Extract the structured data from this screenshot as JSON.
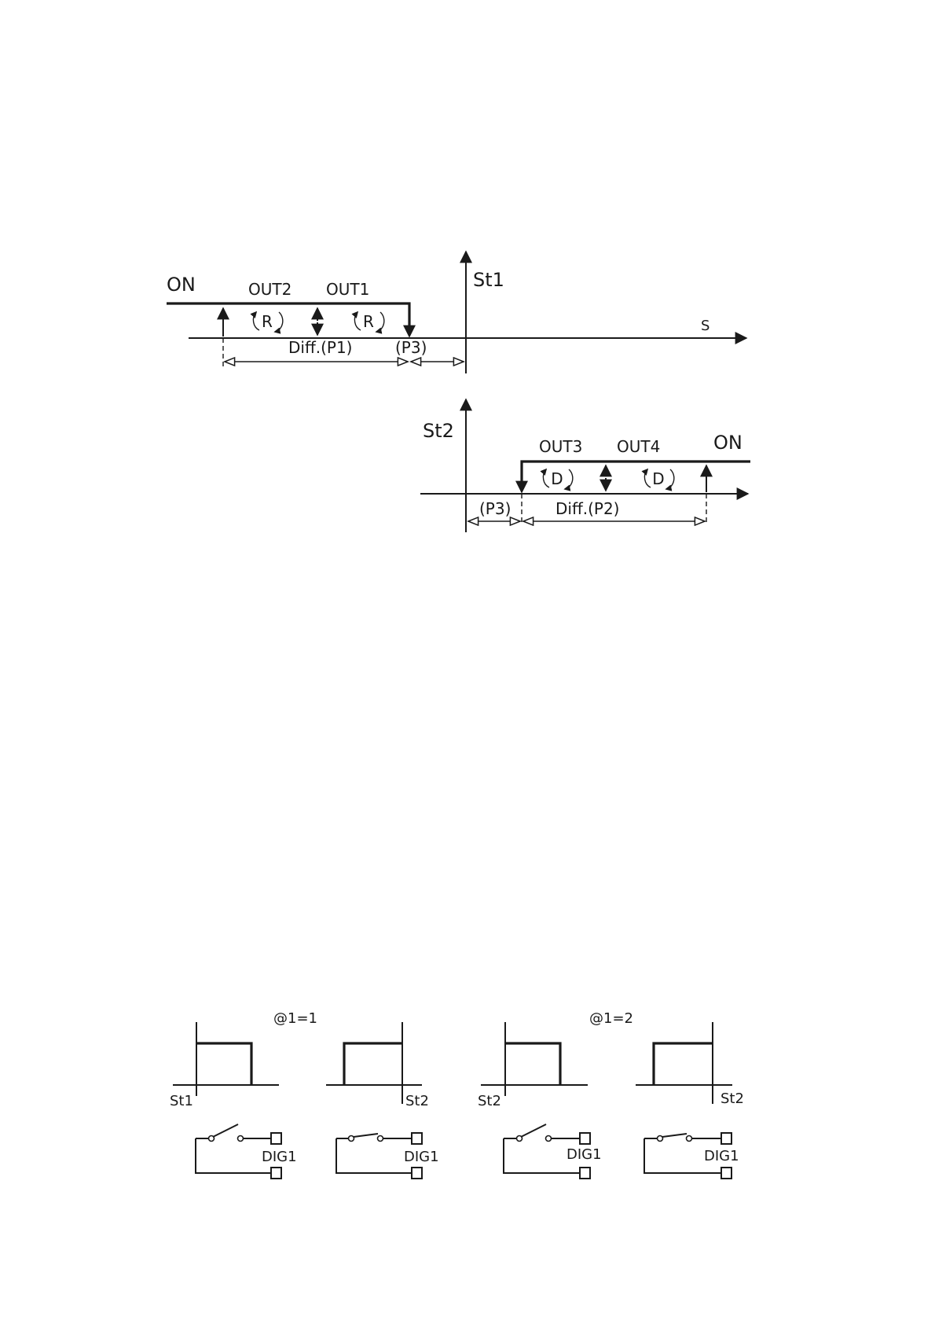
{
  "diagram1": {
    "on_label": "ON",
    "axis_label": "St1",
    "s_label": "S",
    "out_left": "OUT2",
    "out_right": "OUT1",
    "rot_left": "R",
    "rot_right": "R",
    "diff_label": "Diff.(P1)",
    "p3_label": "(P3)"
  },
  "diagram2": {
    "on_label": "ON",
    "axis_label": "St2",
    "out_left": "OUT3",
    "out_right": "OUT4",
    "rot_left": "D",
    "rot_right": "D",
    "diff_label": "Diff.(P2)",
    "p3_label": "(P3)"
  },
  "digital": {
    "mode1_label": "@1=1",
    "mode2_label": "@1=2",
    "panels": [
      {
        "axis_label": "St1",
        "input_label": "DIG1"
      },
      {
        "axis_label": "St2",
        "input_label": "DIG1"
      },
      {
        "axis_label": "St2",
        "input_label": "DIG1"
      },
      {
        "axis_label": "St2",
        "input_label": "DIG1"
      }
    ]
  }
}
